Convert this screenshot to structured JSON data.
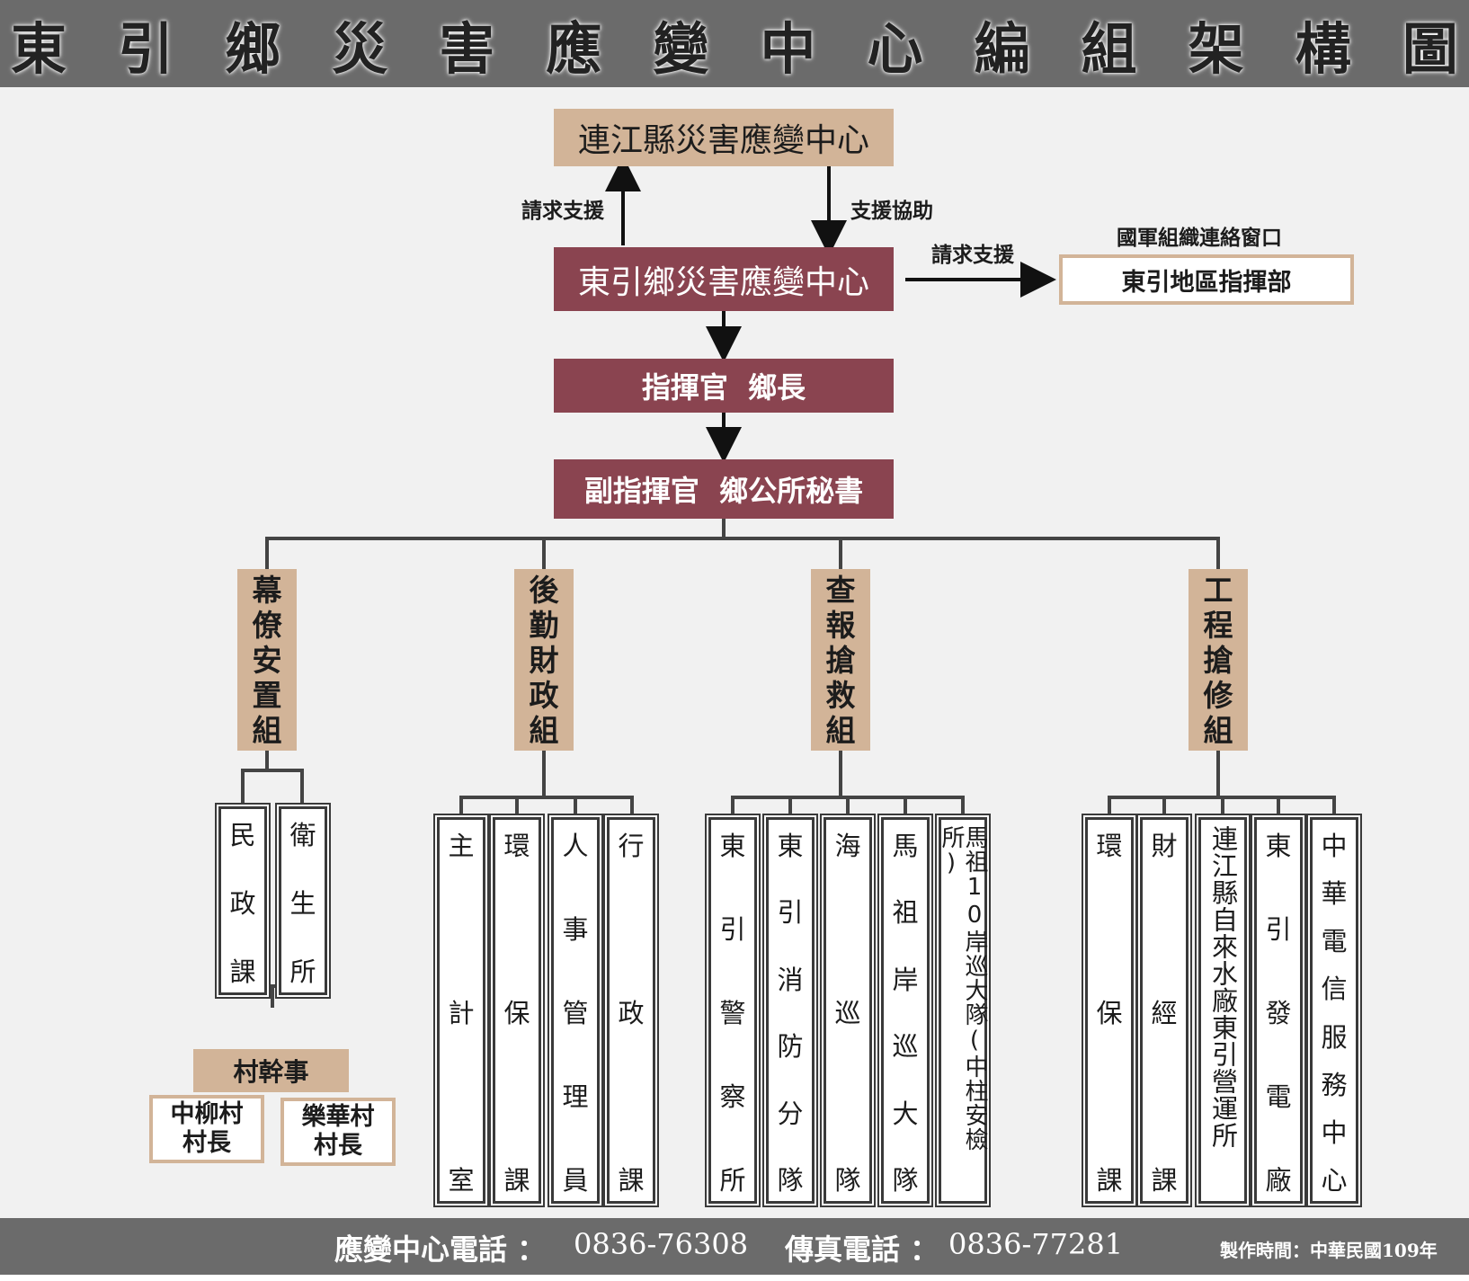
{
  "title": "東引鄉災害應變中心編組架構圖",
  "title_chars": [
    "東",
    "引",
    "鄉",
    "災",
    "害",
    "應",
    "變",
    "中",
    "心",
    "編",
    "組",
    "架",
    "構",
    "圖"
  ],
  "top_center": "連江縣災害應變中心",
  "request_support": "請求支援",
  "support_assist": "支援協助",
  "center": "東引鄉災害應變中心",
  "right_request": "請求支援",
  "military_caption": "國軍組織連絡窗口",
  "military_box": "東引地區指揮部",
  "commander": "指揮官  鄉長",
  "deputy": "副指揮官  鄉公所秘書",
  "groups": [
    {
      "name": "幕僚安置組",
      "units": [
        {
          "chars": [
            "民",
            "政",
            "課"
          ]
        },
        {
          "chars": [
            "衛",
            "生",
            "所"
          ]
        }
      ]
    },
    {
      "name": "後勤財政組",
      "units": [
        {
          "chars": [
            "主",
            "計",
            "室"
          ]
        },
        {
          "chars": [
            "環",
            "保",
            "課"
          ]
        },
        {
          "chars": [
            "人",
            "事",
            "管",
            "理",
            "員"
          ]
        },
        {
          "chars": [
            "行",
            "政",
            "課"
          ]
        }
      ]
    },
    {
      "name": "查報搶救組",
      "units": [
        {
          "chars": [
            "東",
            "引",
            "警",
            "察",
            "所"
          ]
        },
        {
          "chars": [
            "東",
            "引",
            "消",
            "防",
            "分",
            "隊"
          ]
        },
        {
          "chars": [
            "海",
            "巡",
            "隊"
          ]
        },
        {
          "chars": [
            "馬",
            "祖",
            "岸",
            "巡",
            "大",
            "隊"
          ]
        },
        {
          "chars": [
            "馬祖10岸巡大隊(中柱安檢所)"
          ]
        }
      ]
    },
    {
      "name": "工程搶修組",
      "units": [
        {
          "chars": [
            "環",
            "保",
            "課"
          ]
        },
        {
          "chars": [
            "財",
            "經",
            "課"
          ]
        },
        {
          "chars": [
            "連江縣自來水廠東引營運所"
          ]
        },
        {
          "chars": [
            "東",
            "引",
            "發",
            "電",
            "廠"
          ]
        },
        {
          "chars": [
            "中",
            "華",
            "電",
            "信",
            "服",
            "務",
            "中",
            "心"
          ]
        }
      ]
    }
  ],
  "village_officer": "村幹事",
  "village_chiefs": [
    {
      "line1": "中柳村",
      "line2": "村長"
    },
    {
      "line1": "樂華村",
      "line2": "村長"
    }
  ],
  "footer": {
    "phone_label": "應變中心電話 ：",
    "phone": "0836-76308",
    "fax_label": "傳真電話 ：",
    "fax": "0836-77281",
    "made": "製作時間：中華民國109年"
  }
}
